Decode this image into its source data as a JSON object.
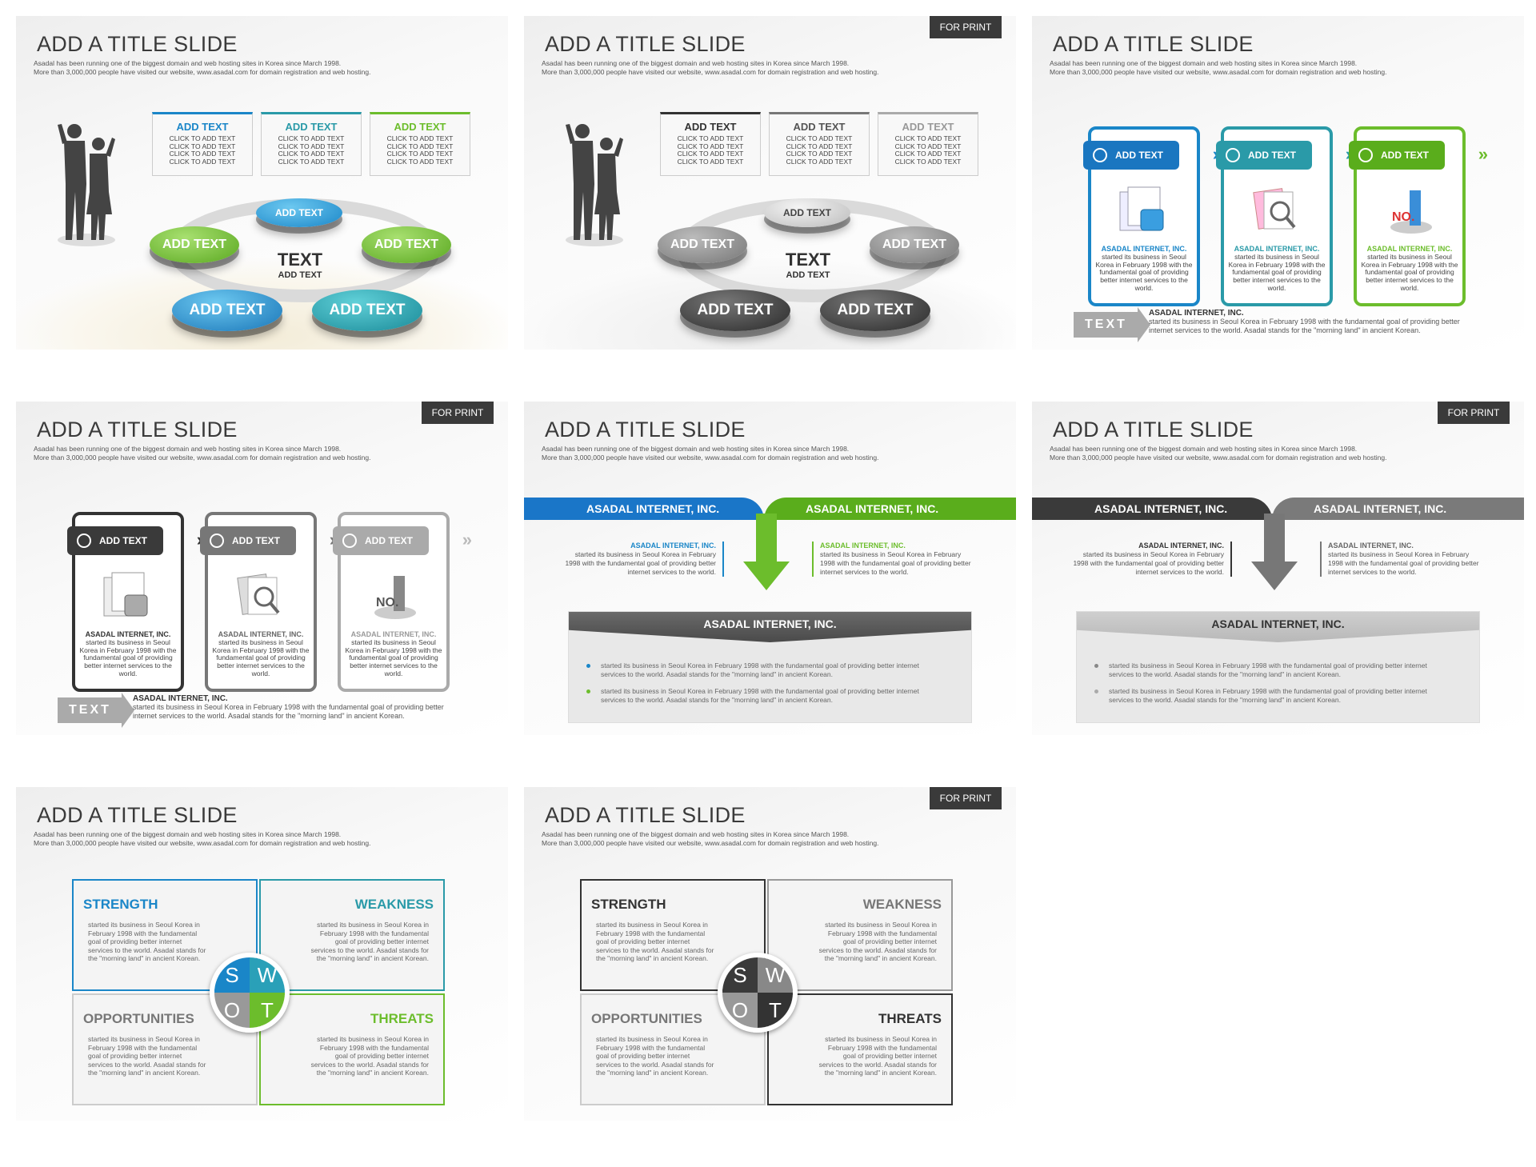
{
  "common": {
    "title": "ADD A TITLE SLIDE",
    "sub1": "Asadal has been running one of the biggest domain and web hosting sites in Korea since March 1998.",
    "sub2": "More than 3,000,000 people have visited our website,  www.asadal.com for domain registration and web hosting.",
    "for_print": "FOR PRINT"
  },
  "slide1": {
    "boxes": [
      {
        "head": "ADD TEXT",
        "lines": [
          "CLICK TO ADD TEXT",
          "CLICK TO ADD TEXT",
          "CLICK TO ADD TEXT",
          "CLICK TO ADD TEXT"
        ]
      },
      {
        "head": "ADD TEXT",
        "lines": [
          "CLICK TO ADD TEXT",
          "CLICK TO ADD TEXT",
          "CLICK TO ADD TEXT",
          "CLICK TO ADD TEXT"
        ]
      },
      {
        "head": "ADD TEXT",
        "lines": [
          "CLICK TO ADD TEXT",
          "CLICK TO ADD TEXT",
          "CLICK TO ADD TEXT",
          "CLICK TO ADD TEXT"
        ]
      }
    ],
    "discs": [
      "ADD TEXT",
      "ADD TEXT",
      "ADD TEXT",
      "ADD TEXT",
      "ADD TEXT"
    ],
    "center_big": "TEXT",
    "center_small": "ADD TEXT"
  },
  "slide3": {
    "cards": [
      {
        "head": "ADD TEXT",
        "company": "ASADAL INTERNET, INC.",
        "desc": "started its business in Seoul Korea  in February 1998 with the fundamental goal of providing better internet services to the world."
      },
      {
        "head": "ADD TEXT",
        "company": "ASADAL INTERNET, INC.",
        "desc": "started its business in Seoul Korea  in February 1998 with the fundamental goal of providing better internet services to the world."
      },
      {
        "head": "ADD TEXT",
        "company": "ASADAL INTERNET, INC.",
        "desc": "started its business in Seoul Korea  in February 1998 with the fundamental goal of providing better internet services to the world."
      }
    ],
    "arrow_label": "TEXT",
    "foot_company": "ASADAL INTERNET, INC.",
    "foot_desc": "started its business in Seoul Korea in February 1998 with the fundamental  goal of providing better internet services to the world. Asadal stands for the \"morning land\"  in ancient Korean."
  },
  "slide5": {
    "left_bar": "ASADAL INTERNET, INC.",
    "right_bar": "ASADAL INTERNET, INC.",
    "left_company": "ASADAL INTERNET, INC.",
    "left_desc": "started its business in Seoul Korea  in February 1998 with the fundamental goal of providing better internet services to the world.",
    "right_company": "ASADAL INTERNET, INC.",
    "right_desc": "started its business in Seoul Korea  in February 1998 with the fundamental goal of providing better internet services to the world.",
    "panel_title": "ASADAL INTERNET, INC.",
    "bullets": [
      "started its business in Seoul Korea  in February 1998 with the fundamental goal of providing better internet services to the world. Asadal stands for the \"morning land\" in ancient Korean.",
      "started its business in Seoul Korea  in February 1998 with the fundamental goal of providing better internet services to the world. Asadal stands for the \"morning land\" in ancient Korean."
    ]
  },
  "slide7": {
    "strength": "STRENGTH",
    "weakness": "WEAKNESS",
    "opportunities": "OPPORTUNITIES",
    "threats": "THREATS",
    "desc": "started its business in Seoul Korea  in February 1998 with the fundamental goal of providing better internet services to the world. Asadal stands for the \"morning land\" in ancient Korean.",
    "letters": [
      "S",
      "W",
      "O",
      "T"
    ]
  },
  "colors": {
    "blue": "#1a86c8",
    "green": "#6cbd2c",
    "teal": "#2a9aa8",
    "dark": "#3a3a3a",
    "gray": "#8a8a8a"
  }
}
